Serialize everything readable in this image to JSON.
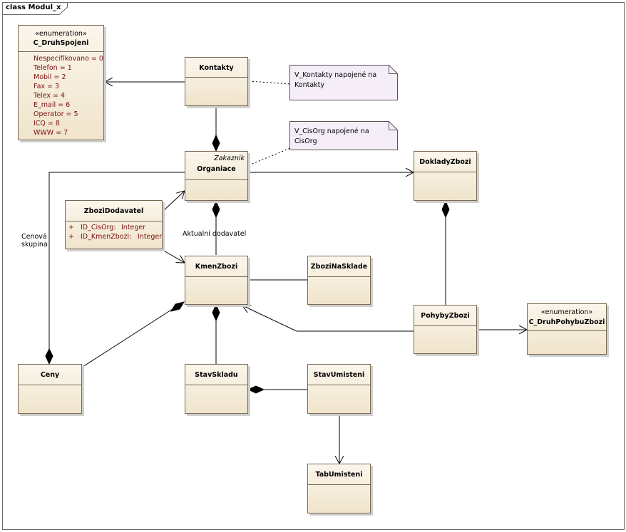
{
  "frame": {
    "label": "class Modul_x"
  },
  "classes": {
    "c_druhspojeni": {
      "stereotype": "«enumeration»",
      "name": "C_DruhSpojeni",
      "literals": [
        "Nespecifikovano = 0",
        "Telefon  = 1",
        "Mobil = 2",
        "Fax = 3",
        "Telex = 4",
        "E_mail = 6",
        "Operator = 5",
        "ICQ = 8",
        "WWW = 7"
      ]
    },
    "kontakty": {
      "name": "Kontakty"
    },
    "organiace": {
      "name": "Organiace",
      "alias": "Zakaznik"
    },
    "dokladyzbozi": {
      "name": "DokladyZbozi"
    },
    "zbozidodavatel": {
      "name": "ZboziDodavatel",
      "attributes": [
        {
          "visibility": "+",
          "name": "ID_CisOrg:",
          "type": "Integer"
        },
        {
          "visibility": "+",
          "name": "ID_KmenZbozi:",
          "type": "Integer"
        }
      ]
    },
    "kmenzbozi": {
      "name": "KmenZbozi"
    },
    "zbozinasklade": {
      "name": "ZboziNaSklade"
    },
    "pohybyzbozi": {
      "name": "PohybyZbozi"
    },
    "c_druhpohybuzbozi": {
      "stereotype": "«enumeration»",
      "name": "C_DruhPohybuZbozi"
    },
    "ceny": {
      "name": "Ceny"
    },
    "stavskladu": {
      "name": "StavSkladu"
    },
    "stavumisteni": {
      "name": "StavUmisteni"
    },
    "tabumisteni": {
      "name": "TabUmisteni"
    }
  },
  "notes": {
    "v_kontakty": "V_Kontakty napojené na\nKontakty",
    "v_cisorg": "V_CisOrg napojené na CisOrg"
  },
  "labels": {
    "cenova_skupina": [
      "Cenová",
      "skupina"
    ],
    "aktualni_dodavatel": "Aktualní dodavatel"
  }
}
